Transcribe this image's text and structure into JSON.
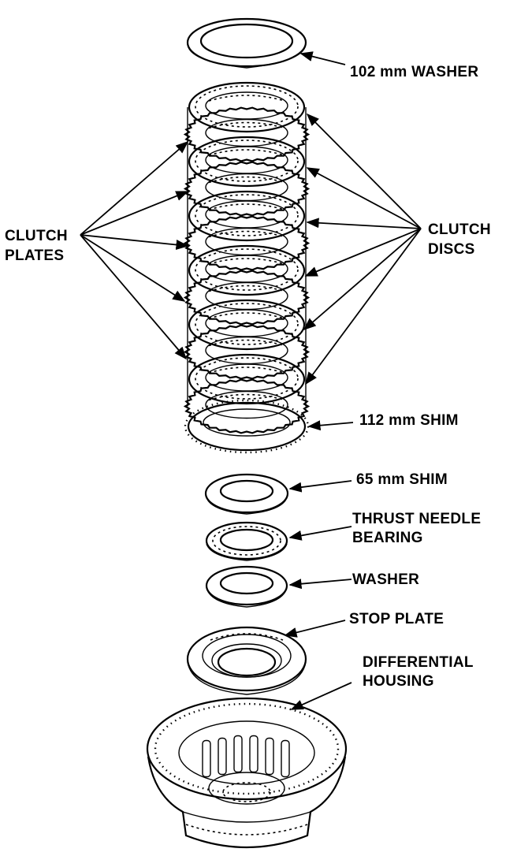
{
  "labels": {
    "washer_102": "102 mm WASHER",
    "clutch_plates_1": "CLUTCH",
    "clutch_plates_2": "PLATES",
    "clutch_discs_1": "CLUTCH",
    "clutch_discs_2": "DISCS",
    "shim_112": "112 mm SHIM",
    "shim_65": "65 mm SHIM",
    "thrust_1": "THRUST NEEDLE",
    "thrust_2": "BEARING",
    "washer": "WASHER",
    "stop_plate": "STOP PLATE",
    "diff_1": "DIFFERENTIAL",
    "diff_2": "HOUSING"
  },
  "colors": {
    "ink": "#000000",
    "paper": "#ffffff"
  }
}
